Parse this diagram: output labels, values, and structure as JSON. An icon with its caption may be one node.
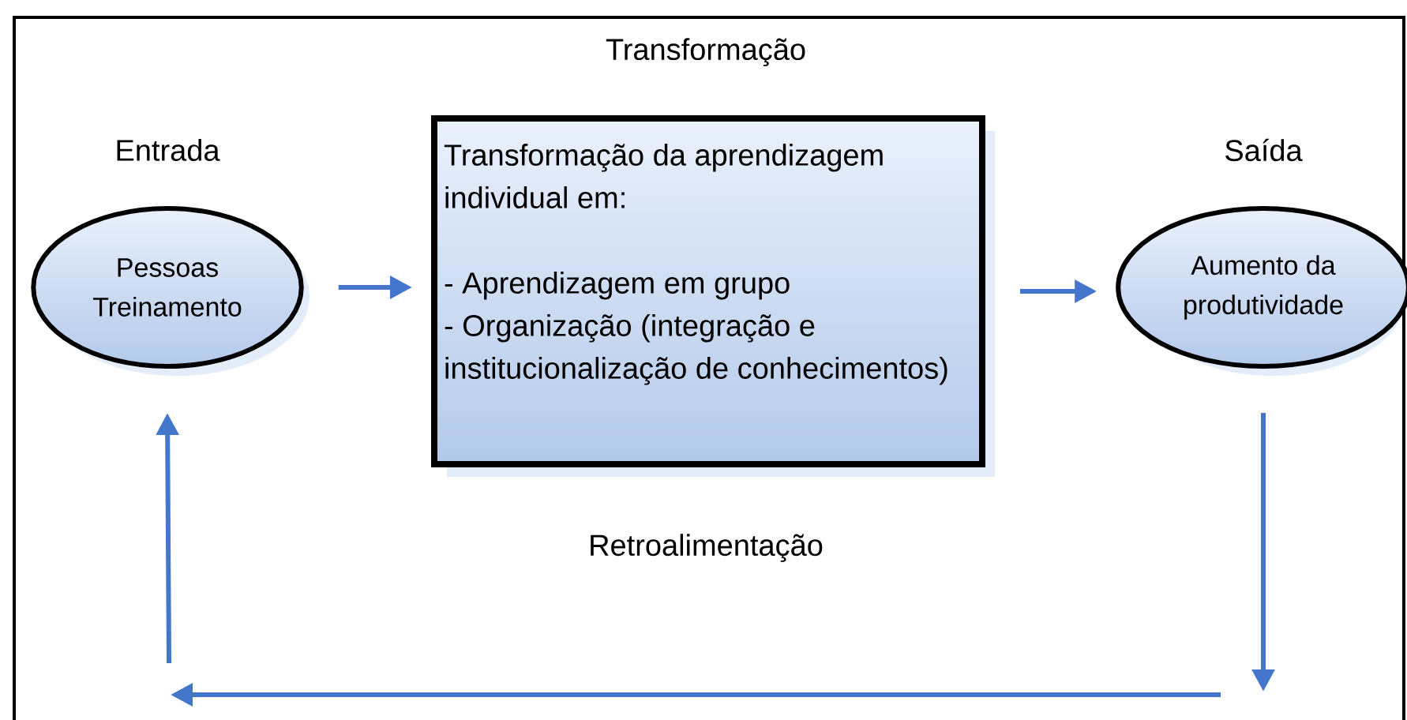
{
  "diagram": {
    "nodes": [
      {
        "text": [
          "Entrada",
          "Pessoas Treinamento"
        ]
      },
      {
        "text": [
          "Transformação",
          "Transformação da aprendizagem individual em:",
          "- Aprendizagem em grupo",
          "- Organização (integração e institucionalização de conhecimentos)"
        ]
      },
      {
        "text": [
          "Saída",
          "Aumento da produtividade"
        ]
      }
    ],
    "edges": [
      {
        "from": 0,
        "to": 1,
        "arrow": "to"
      },
      {
        "from": 1,
        "to": 2,
        "arrow": "to"
      },
      {
        "from": 2,
        "to": null,
        "arrow": "to"
      },
      {
        "from": null,
        "to": 0,
        "arrow": "to"
      }
    ],
    "labels": [
      "Retroalimentação"
    ]
  }
}
